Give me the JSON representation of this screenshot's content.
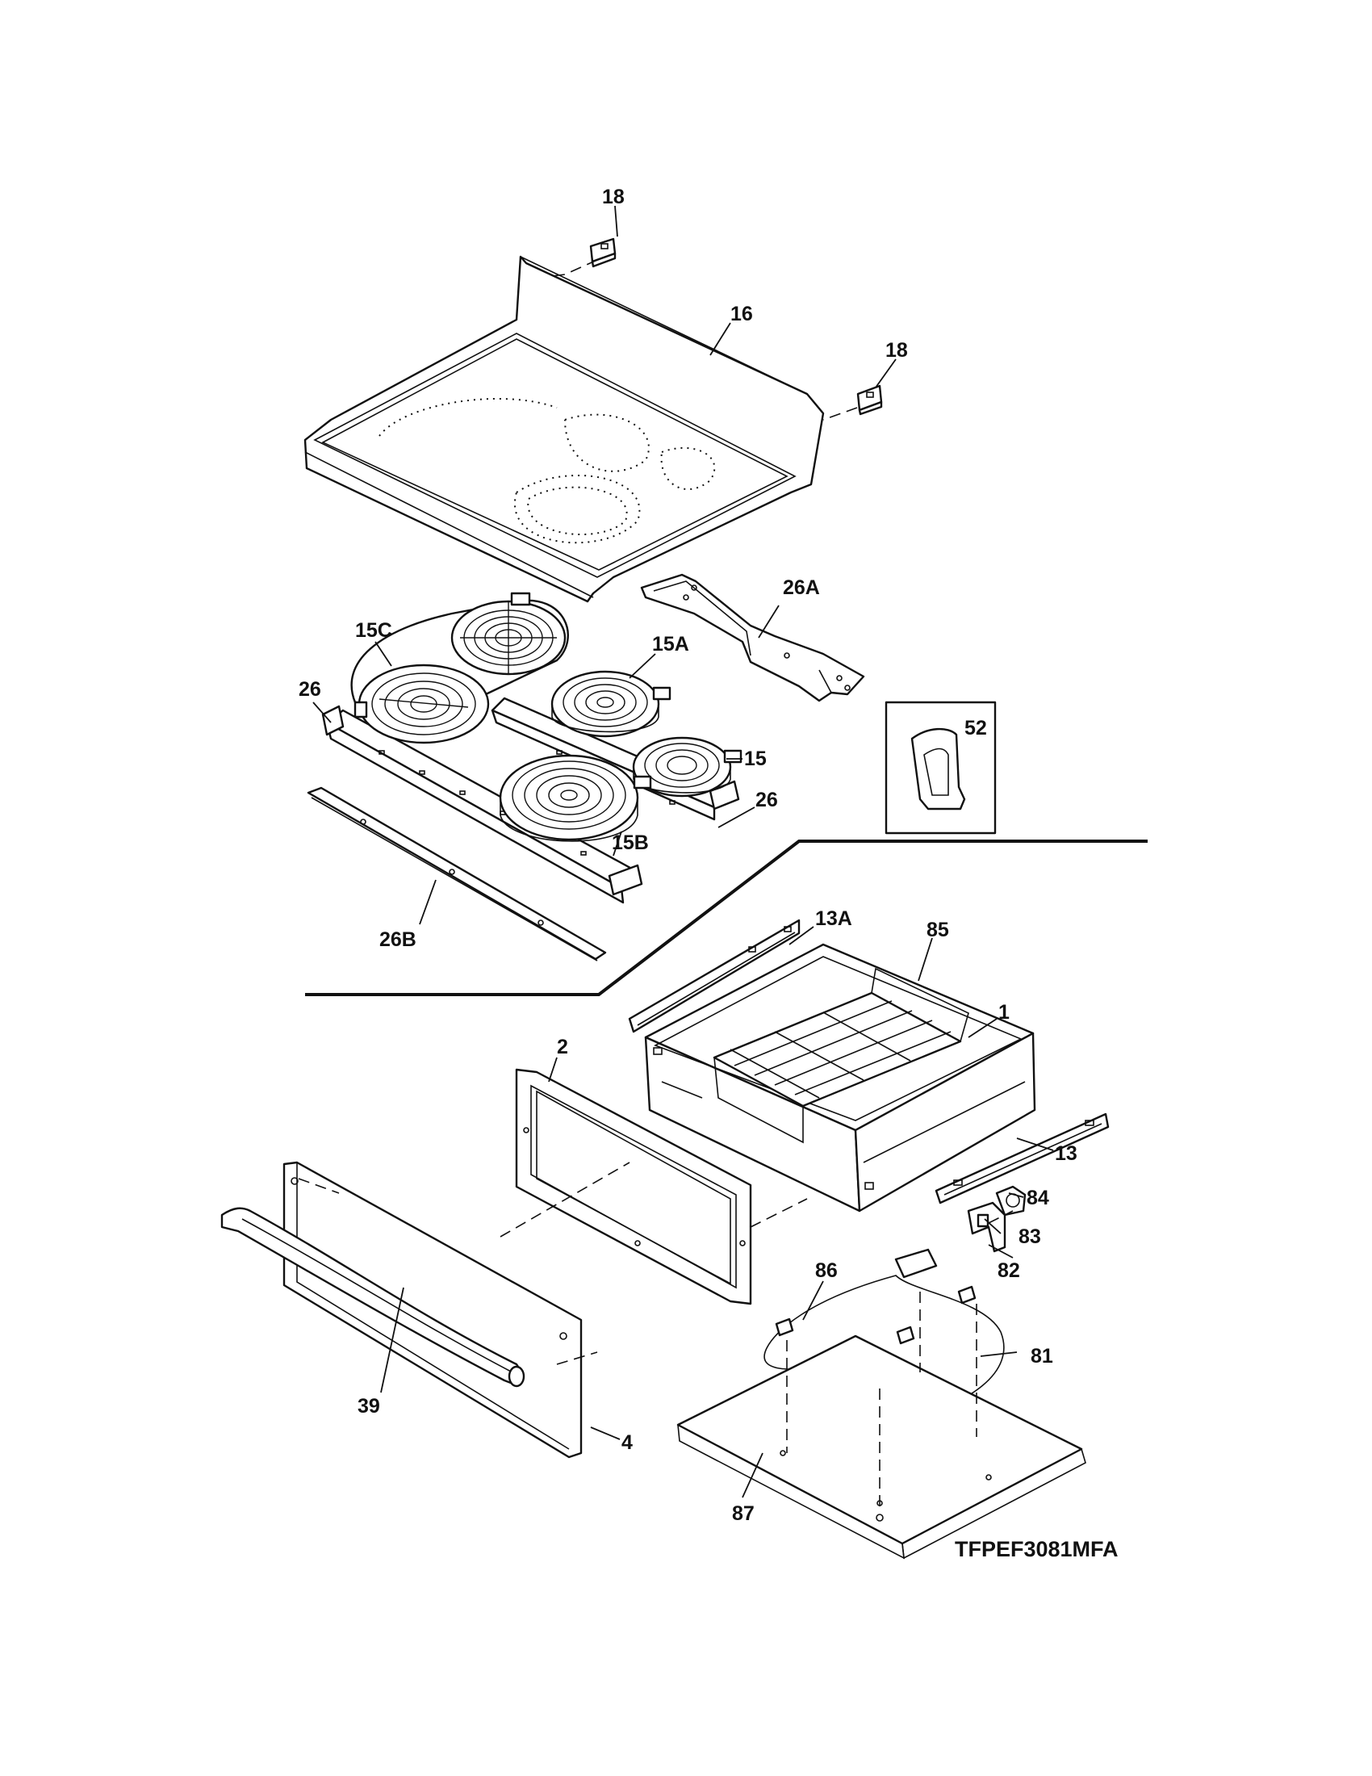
{
  "model_code": "TFPEF3081MFA",
  "callouts": {
    "c18a": "18",
    "c18b": "18",
    "c16": "16",
    "c26a": "26A",
    "c15c": "15C",
    "c15a": "15A",
    "c26_left": "26",
    "c15": "15",
    "c26_right": "26",
    "c15b": "15B",
    "c26b": "26B",
    "c52": "52",
    "c13a": "13A",
    "c85": "85",
    "c1": "1",
    "c2": "2",
    "c13": "13",
    "c84": "84",
    "c83": "83",
    "c82": "82",
    "c86": "86",
    "c81": "81",
    "c39": "39",
    "c4": "4",
    "c87": "87"
  }
}
